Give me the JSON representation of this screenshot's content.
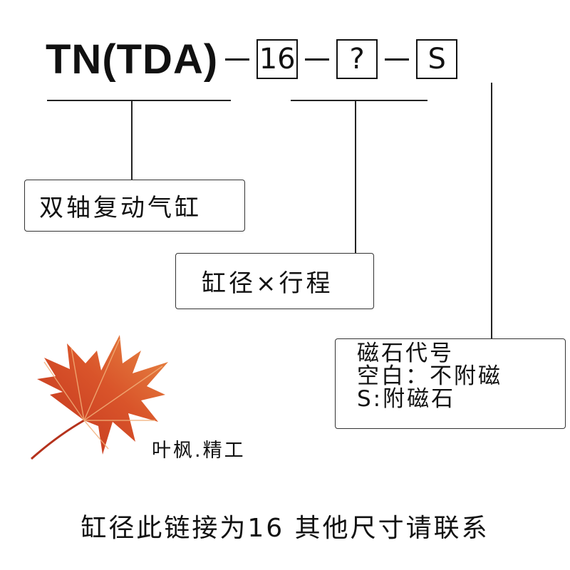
{
  "model_code": {
    "prefix": "TN(TDA)",
    "bore_value": "16",
    "stroke_value": "?",
    "magnet_value": "S"
  },
  "labels": {
    "type": "双轴复动气缸",
    "bore_stroke": "缸径×行程",
    "magnet_title": "磁石代号",
    "magnet_blank": "空白：不附磁",
    "magnet_s": "S:附磁石"
  },
  "brand": "叶枫.精工",
  "footer_note": "缸径此链接为16 其他尺寸请联系"
}
